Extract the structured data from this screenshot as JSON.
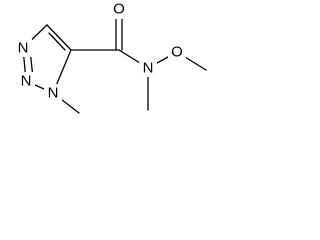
{
  "structure": {
    "atoms": {
      "n1": "N",
      "n2": "N",
      "n3": "N",
      "o_carbonyl": "O",
      "n_amide": "N",
      "o_methoxy": "O"
    }
  }
}
